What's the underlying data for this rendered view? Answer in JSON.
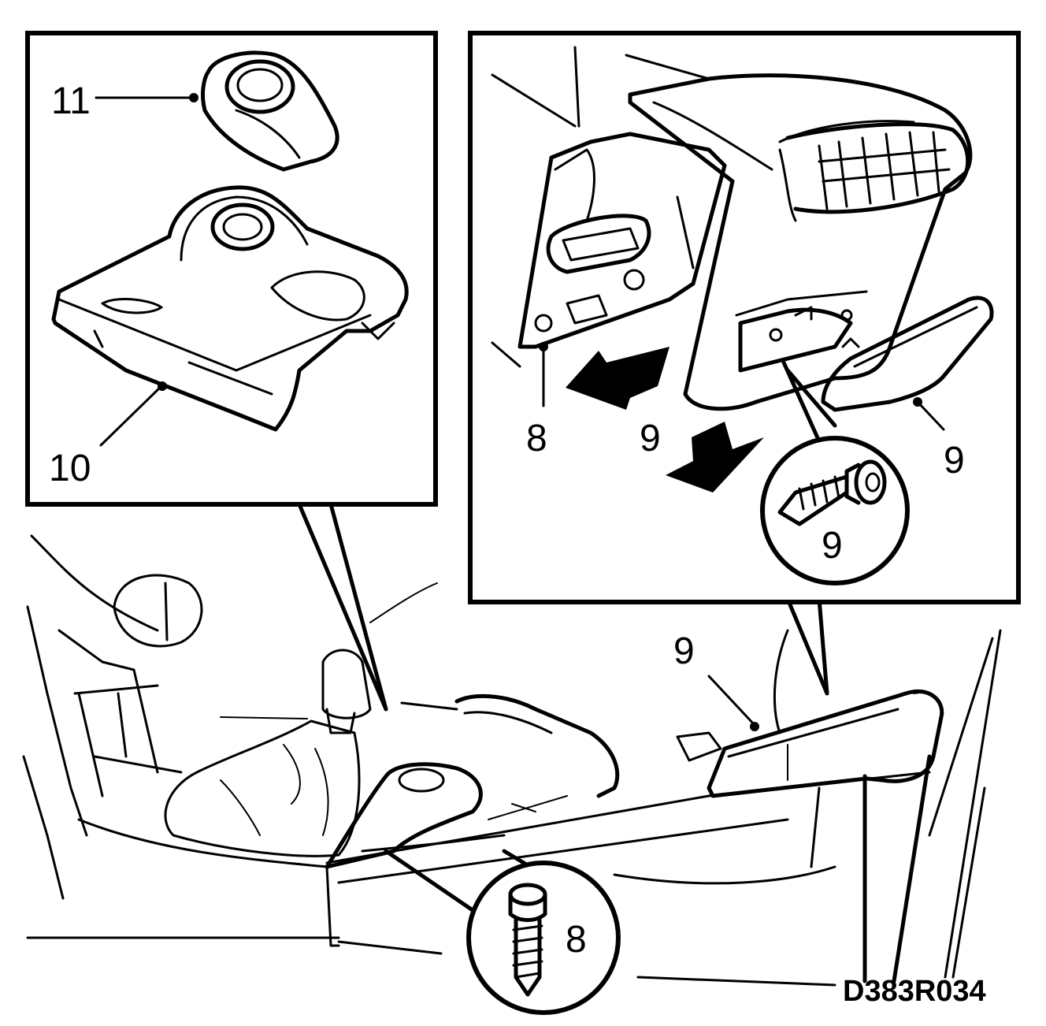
{
  "labels": {
    "part_11": "11",
    "part_10": "10",
    "part_8_inset": "8",
    "part_9_arrow": "9",
    "part_9_cover": "9",
    "part_9_screw": "9",
    "part_9_main": "9",
    "part_8_screw": "8"
  },
  "drawing_code": "D383R034"
}
